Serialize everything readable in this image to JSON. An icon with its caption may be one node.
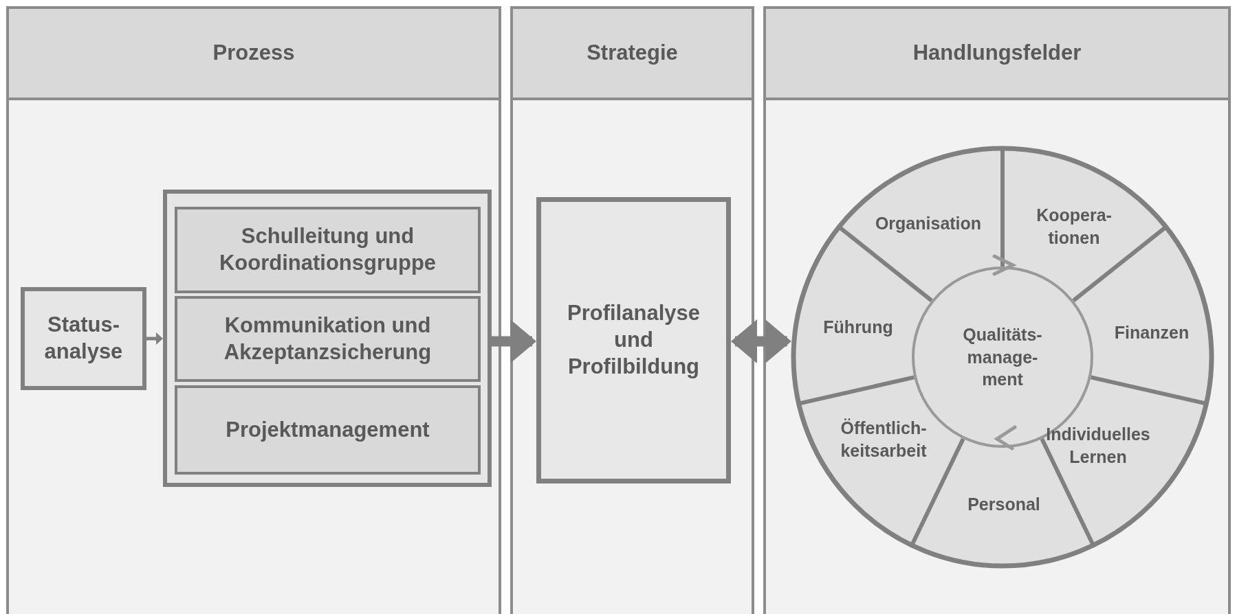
{
  "diagram": {
    "nodes": [
      {
        "text": [
          "Prozess"
        ]
      },
      {
        "text": [
          "Strategie"
        ]
      },
      {
        "text": [
          "Handlungsfelder"
        ]
      },
      {
        "text": [
          "Status- analyse"
        ],
        "in": 0
      },
      {
        "text": [],
        "shape": "box",
        "in": 0
      },
      {
        "text": [
          "Schulleitung und Koordinationsgruppe"
        ],
        "in": 4
      },
      {
        "text": [
          "Kommunikation und Akzeptanzsicherung"
        ],
        "in": 4
      },
      {
        "text": [
          "Projektmanagement"
        ],
        "in": 4
      },
      {
        "text": [
          "Profilanalyse und Profilbildung"
        ],
        "in": 1
      },
      {
        "text": [],
        "shape": "circle",
        "in": 2
      },
      {
        "text": [
          "Organisation"
        ],
        "in": 9
      },
      {
        "text": [
          "Koopera- tionen"
        ],
        "in": 9
      },
      {
        "text": [
          "Führung"
        ],
        "in": 9
      },
      {
        "text": [
          "Qualitäts- manage- ment"
        ],
        "in": 9
      },
      {
        "text": [
          "Finanzen"
        ],
        "in": 9
      },
      {
        "text": [
          "Öffentlich- keitsarbeit"
        ],
        "in": 9
      },
      {
        "text": [
          "Individuelles Lernen"
        ],
        "in": 9
      },
      {
        "text": [
          "Personal"
        ],
        "in": 9
      }
    ],
    "edges": [
      {
        "from": 3,
        "to": 4,
        "arrow": "to"
      },
      {
        "from": 4,
        "to": 8,
        "arrow": "to"
      },
      {
        "from": 8,
        "to": 9,
        "arrow": "both"
      }
    ]
  }
}
